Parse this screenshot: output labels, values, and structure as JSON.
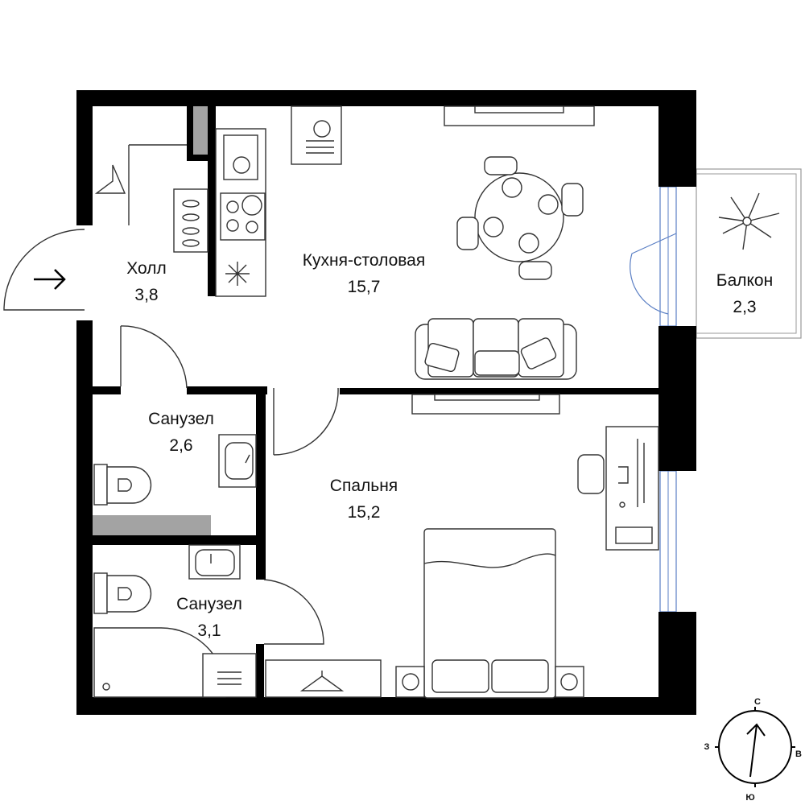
{
  "rooms": [
    {
      "name": "Холл",
      "area": "3,8"
    },
    {
      "name": "Кухня-столовая",
      "area": "15,7"
    },
    {
      "name": "Балкон",
      "area": "2,3"
    },
    {
      "name": "Санузел",
      "area": "2,6"
    },
    {
      "name": "Спальня",
      "area": "15,2"
    },
    {
      "name": "Санузел",
      "area": "3,1"
    }
  ],
  "compass": {
    "north": "С",
    "south": "Ю",
    "west": "З",
    "east": "В"
  },
  "colors": {
    "wall": "#000000",
    "gray_wall": "#a3a3a3",
    "window": "#5b7fc4"
  }
}
